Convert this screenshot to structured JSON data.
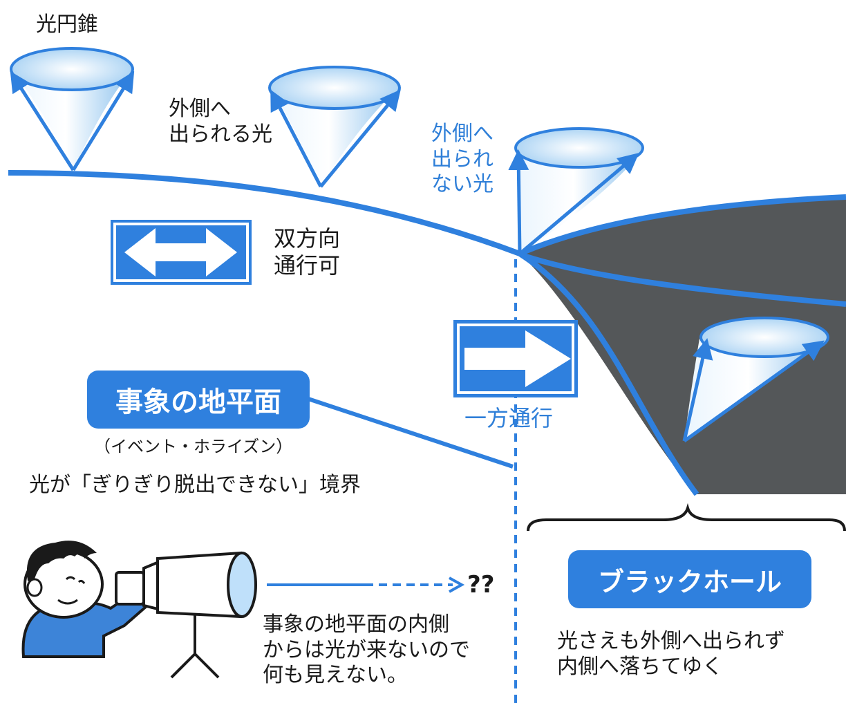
{
  "labels": {
    "light_cone": "光円錐",
    "escape_light": "外側へ\n出られる光",
    "no_escape_light": "外側へ\n出られ\nない光",
    "two_way": "双方向\n通行可",
    "one_way": "一方通行",
    "event_horizon": "事象の地平面",
    "event_horizon_kana": "（イベント・ホライズン）",
    "boundary": "光が「ぎりぎり脱出できない」境界",
    "question": "??",
    "black_hole": "ブラックホール",
    "inside_note": "事象の地平面の内側\nからは光が来ないので\n何も見えない。",
    "bh_note": "光さえも外側へ出られず\n内側へ落ちてゆく"
  },
  "colors": {
    "accent": "#2f80de",
    "text": "#1a1a1a",
    "black_hole_fill": "#545759",
    "cone_light": "#e6f3fd",
    "cone_shade": "#8fc3ee"
  }
}
